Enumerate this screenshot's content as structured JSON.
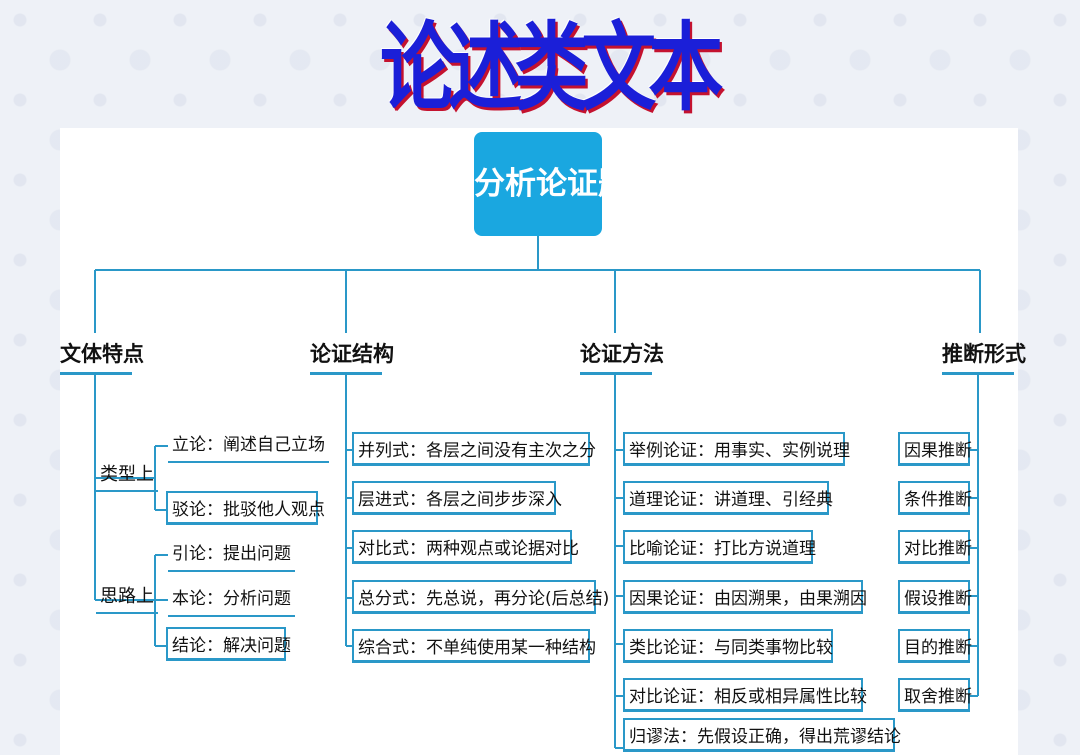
{
  "title": "论述类文本",
  "root": "分析论证题",
  "branches": {
    "features": {
      "heading": "文体特点",
      "groups": [
        {
          "label": "类型上",
          "items": [
            "立论：阐述自己立场",
            "驳论：批驳他人观点"
          ]
        },
        {
          "label": "思路上",
          "items": [
            "引论：提出问题",
            "本论：分析问题",
            "结论：解决问题"
          ]
        }
      ]
    },
    "structure": {
      "heading": "论证结构",
      "items": [
        "并列式：各层之间没有主次之分",
        "层进式：各层之间步步深入",
        "对比式：两种观点或论据对比",
        "总分式：先总说，再分论(后总结)",
        "综合式：不单纯使用某一种结构"
      ]
    },
    "methods": {
      "heading": "论证方法",
      "items": [
        "举例论证：用事实、实例说理",
        "道理论证：讲道理、引经典",
        "比喻论证：打比方说道理",
        "因果论证：由因溯果，由果溯因",
        "类比论证：与同类事物比较",
        "对比论证：相反或相异属性比较",
        "归谬法：先假设正确，得出荒谬结论"
      ]
    },
    "inference": {
      "heading": "推断形式",
      "items": [
        "因果推断",
        "条件推断",
        "对比推断",
        "假设推断",
        "目的推断",
        "取舍推断"
      ]
    }
  },
  "colors": {
    "title": "#1b1fd8",
    "title_shadow": "#c4122f",
    "root_bg": "#1aa7e0",
    "line": "#2a98c8"
  }
}
